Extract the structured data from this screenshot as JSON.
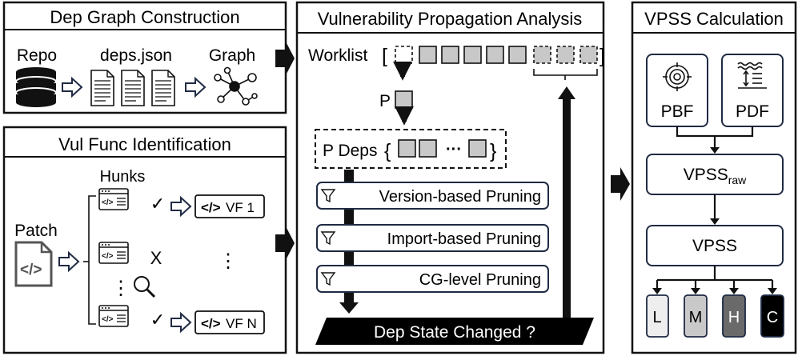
{
  "colors": {
    "border": "#111111",
    "arrow_outline": "#1f2a44",
    "grey_block": "#c8c8c8",
    "level_L": "#eeeeee",
    "level_M": "#c9c9c9",
    "level_H": "#6a6a6a",
    "level_C": "#000000"
  },
  "dep_graph": {
    "title": "Dep Graph Construction",
    "repo_label": "Repo",
    "deps_label": "deps.json",
    "graph_label": "Graph",
    "icons": [
      "database-icon",
      "document-icon",
      "graph-icon"
    ]
  },
  "vul_func": {
    "title": "Vul Func Identification",
    "hunks_label": "Hunks",
    "patch_label": "Patch",
    "check_mark": "✓",
    "cross_mark": "X",
    "vertical_ellipsis": "⋮",
    "vf1_label": "VF 1",
    "vfn_label": "VF N",
    "code_glyph": "</>",
    "icons": [
      "code-file-icon",
      "code-window-icon",
      "magnifier-icon"
    ]
  },
  "propagation": {
    "title": "Vulnerability Propagation Analysis",
    "worklist_label": "Worklist",
    "open_bracket": "[",
    "close_bracket": "]",
    "p_label": "P",
    "p_deps_label": "P Deps",
    "open_brace": "{",
    "close_brace": "}",
    "ellipsis": "···",
    "pruning_steps": [
      "Version-based Pruning",
      "Import-based Pruning",
      "CG-level Pruning"
    ],
    "state_changed_label": "Dep State Changed ?",
    "icons": [
      "filter-icon"
    ]
  },
  "vpss": {
    "title": "VPSS Calculation",
    "pbf_label": "PBF",
    "pdf_label": "PDF",
    "raw_label": "VPSS",
    "raw_subscript": "raw",
    "final_label": "VPSS",
    "levels": [
      "L",
      "M",
      "H",
      "C"
    ],
    "icons": [
      "target-icon",
      "water-level-icon"
    ]
  }
}
